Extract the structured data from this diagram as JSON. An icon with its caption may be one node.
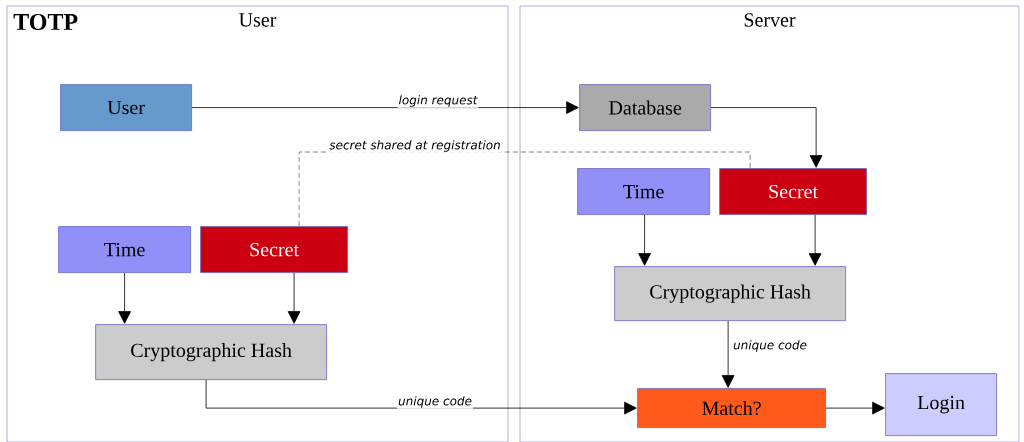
{
  "diagram": {
    "title": "TOTP",
    "nodes": [
      {
        "text": [
          "User"
        ]
      },
      {
        "text": [
          "Server"
        ]
      },
      {
        "text": [
          "User"
        ],
        "in": 0
      },
      {
        "text": [
          "Time"
        ],
        "in": 0
      },
      {
        "text": [
          "Secret"
        ],
        "in": 0
      },
      {
        "text": [
          "Cryptographic Hash"
        ],
        "in": 0
      },
      {
        "text": [
          "Database"
        ],
        "in": 1
      },
      {
        "text": [
          "Time"
        ],
        "in": 1
      },
      {
        "text": [
          "Secret"
        ],
        "in": 1
      },
      {
        "text": [
          "Cryptographic Hash"
        ],
        "in": 1
      },
      {
        "text": [
          "Match?"
        ],
        "in": 1
      },
      {
        "text": [
          "Login"
        ],
        "in": 1
      }
    ],
    "edges": [
      {
        "from": 2,
        "to": 6,
        "arrow": "to",
        "label": "login request"
      },
      {
        "from": 4,
        "to": 8,
        "arrow": "none",
        "label": "secret shared at registration",
        "style": "dashed",
        "color": "#666666"
      },
      {
        "from": 6,
        "to": 8,
        "arrow": "to"
      },
      {
        "from": 3,
        "to": 5,
        "arrow": "to"
      },
      {
        "from": 4,
        "to": 5,
        "arrow": "to"
      },
      {
        "from": 7,
        "to": 9,
        "arrow": "to"
      },
      {
        "from": 8,
        "to": 9,
        "arrow": "to"
      },
      {
        "from": 9,
        "to": 10,
        "arrow": "to",
        "label": "unique code"
      },
      {
        "from": 5,
        "to": 10,
        "arrow": "to",
        "label": "unique code"
      },
      {
        "from": 10,
        "to": 11,
        "arrow": "to"
      }
    ]
  }
}
